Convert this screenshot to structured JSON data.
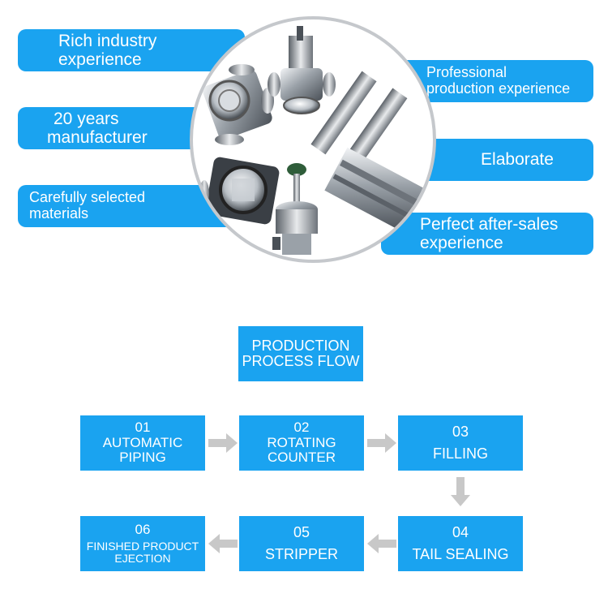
{
  "features": {
    "left": [
      {
        "line1": "Rich industry",
        "line2": "experience"
      },
      {
        "line1": "20 years",
        "line2": "manufacturer"
      },
      {
        "line1": "Carefully selected",
        "line2": "materials"
      }
    ],
    "right": [
      {
        "line1": "Professional",
        "line2": "production experience"
      },
      {
        "line1": "Elaborate"
      },
      {
        "line1": "Perfect after-sales",
        "line2": "experience"
      }
    ]
  },
  "colors": {
    "accent": "#1AA3F0",
    "arrow": "#C8C8C8",
    "ring": "#C5C8CC"
  },
  "flow": {
    "title_line1": "PRODUCTION",
    "title_line2": "PROCESS FLOW",
    "steps": [
      {
        "num": "01",
        "line1": "AUTOMATIC",
        "line2": "PIPING"
      },
      {
        "num": "02",
        "line1": "ROTATING",
        "line2": "COUNTER"
      },
      {
        "num": "03",
        "line1": "FILLING"
      },
      {
        "num": "04",
        "line1": "TAIL SEALING"
      },
      {
        "num": "05",
        "line1": "STRIPPER"
      },
      {
        "num": "06",
        "line1": "FINISHED PRODUCT",
        "line2": "EJECTION"
      }
    ]
  }
}
